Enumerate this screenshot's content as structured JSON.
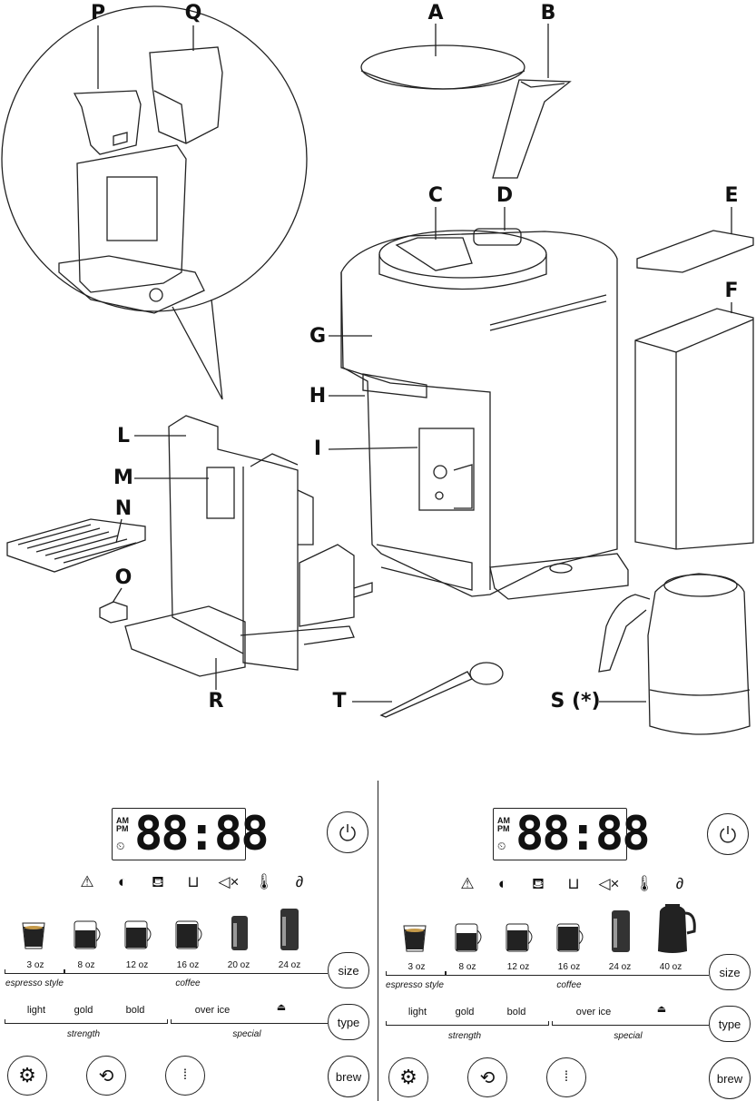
{
  "diagram": {
    "labels": {
      "P": "P",
      "Q": "Q",
      "A": "A",
      "B": "B",
      "C": "C",
      "D": "D",
      "E": "E",
      "F": "F",
      "G": "G",
      "H": "H",
      "I": "I",
      "L": "L",
      "M": "M",
      "N": "N",
      "O": "O",
      "R": "R",
      "T": "T",
      "S": "S (*)"
    }
  },
  "panels": [
    {
      "time": "88:88",
      "ampm_am": "AM",
      "ampm_pm": "PM",
      "sizes": [
        "3 oz",
        "8 oz",
        "12 oz",
        "16 oz",
        "20 oz",
        "24 oz"
      ],
      "size_group_espresso": "espresso style",
      "size_group_coffee": "coffee",
      "strengths": [
        "light",
        "gold",
        "bold"
      ],
      "special": "over ice",
      "strength_group": "strength",
      "special_group": "special",
      "size_button": "size",
      "type_button": "type",
      "brew_button": "brew",
      "icons": [
        "warning-icon",
        "descale-icon",
        "kettle-icon",
        "water-level-icon",
        "mute-icon",
        "temperature-icon",
        "cleaning-icon"
      ]
    },
    {
      "time": "88:88",
      "ampm_am": "AM",
      "ampm_pm": "PM",
      "sizes": [
        "3 oz",
        "8 oz",
        "12 oz",
        "16 oz",
        "24 oz",
        "40 oz"
      ],
      "size_group_espresso": "espresso style",
      "size_group_coffee": "coffee",
      "strengths": [
        "light",
        "gold",
        "bold"
      ],
      "special": "over ice",
      "strength_group": "strength",
      "special_group": "special",
      "size_button": "size",
      "type_button": "type",
      "brew_button": "brew",
      "icons": [
        "warning-icon",
        "descale-icon",
        "kettle-icon",
        "water-level-icon",
        "mute-icon",
        "temperature-icon",
        "cleaning-icon"
      ]
    }
  ]
}
